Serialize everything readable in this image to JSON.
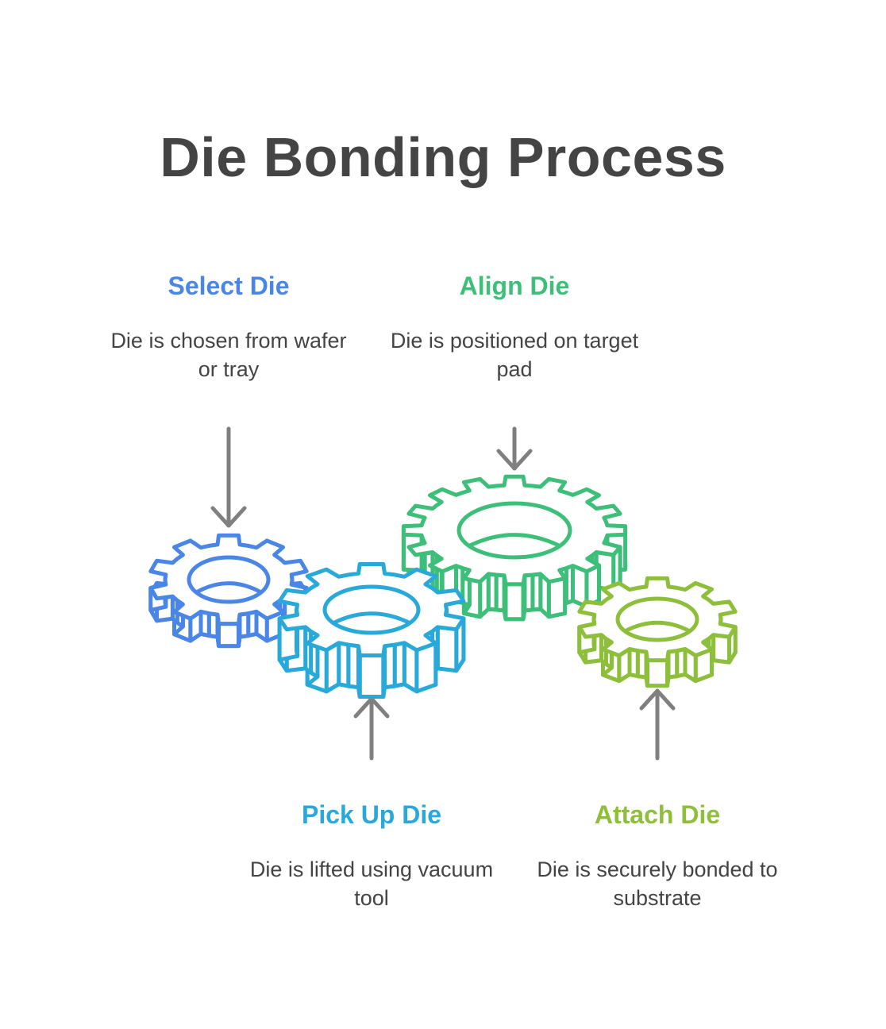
{
  "title": "Die Bonding Process",
  "steps": {
    "select": {
      "title": "Select Die",
      "description": "Die is chosen from wafer or tray",
      "color": "#4a86e8"
    },
    "align": {
      "title": "Align Die",
      "description": "Die is positioned on target pad",
      "color": "#3dbf7a"
    },
    "pick": {
      "title": "Pick Up Die",
      "description": "Die is lifted using vacuum tool",
      "color": "#29a9d9"
    },
    "attach": {
      "title": "Attach Die",
      "description": "Die is securely bonded to substrate",
      "color": "#8dbf3a"
    }
  },
  "colors": {
    "text": "#444444",
    "arrow": "#808080"
  }
}
